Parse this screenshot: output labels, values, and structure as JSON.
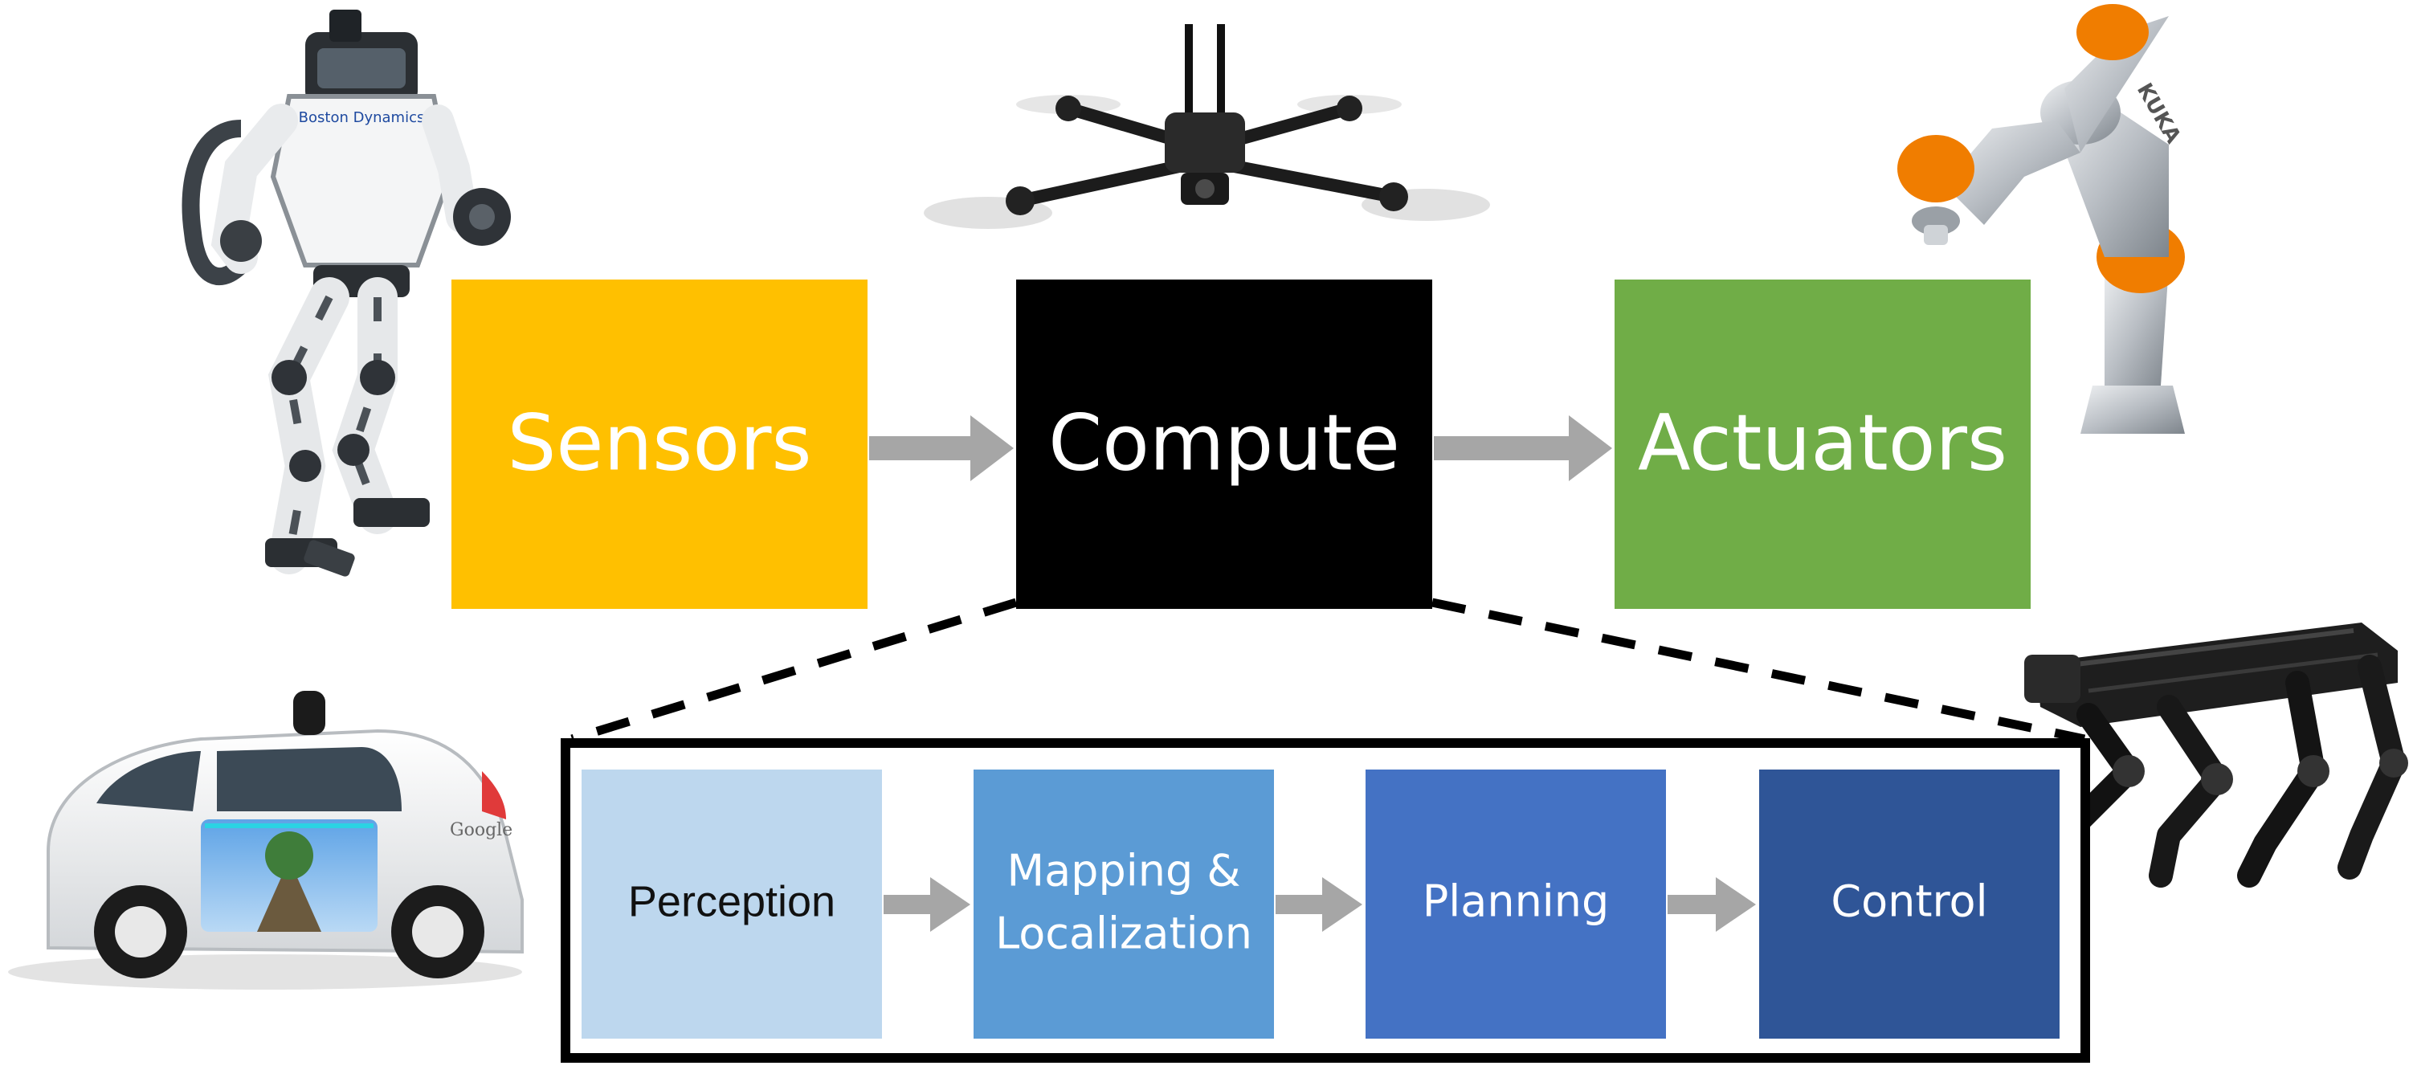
{
  "top_row": {
    "sensors": {
      "label": "Sensors",
      "color": "#FFC000"
    },
    "compute": {
      "label": "Compute",
      "color": "#000000"
    },
    "actuators": {
      "label": "Actuators",
      "color": "#70AD47"
    }
  },
  "pipeline": {
    "stages": [
      {
        "label_lines": [
          "Perception"
        ],
        "color": "#BDD7EE",
        "text_color": "#111111"
      },
      {
        "label_lines": [
          "Mapping &",
          "Localization"
        ],
        "color": "#5B9BD5",
        "text_color": "#FFFFFF"
      },
      {
        "label_lines": [
          "Planning"
        ],
        "color": "#4472C4",
        "text_color": "#FFFFFF"
      },
      {
        "label_lines": [
          "Control"
        ],
        "color": "#2F5597",
        "text_color": "#FFFFFF"
      }
    ]
  },
  "images": {
    "humanoid_robot": {
      "icon": "humanoid-robot-icon",
      "logo_text": "Boston Dynamics"
    },
    "drone": {
      "icon": "quadcopter-drone-icon"
    },
    "robot_arm": {
      "icon": "industrial-robot-arm-icon",
      "logo_text": "KUKA"
    },
    "self_driving_car": {
      "icon": "self-driving-car-icon",
      "logo_text": "Google"
    },
    "quadruped_robot": {
      "icon": "quadruped-robot-dog-icon"
    }
  },
  "colors": {
    "arrow": "#A6A6A6",
    "dashed_line": "#000000",
    "pipeline_frame": "#000000"
  }
}
